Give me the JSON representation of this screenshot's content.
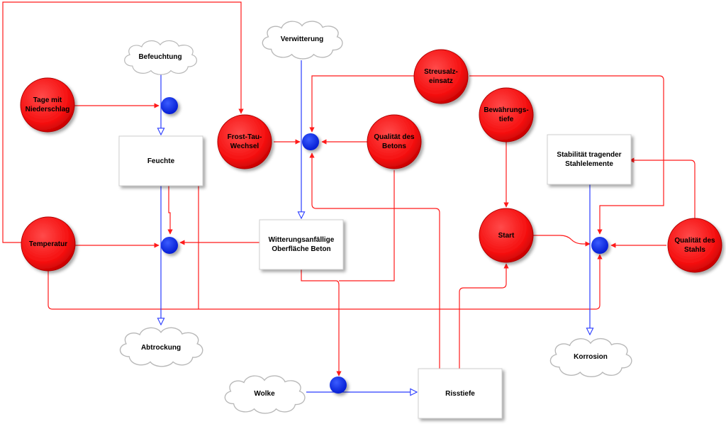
{
  "colors": {
    "aux": "#ff2a2a",
    "aux_dark": "#b30000",
    "valve": "#0a2fff",
    "flow": "#2a3cff",
    "info": "#ff1a1a",
    "box_stroke": "#cfcfcf"
  },
  "auxiliaries": [
    {
      "id": "tage",
      "label": "Tage mit\nNiederschlag"
    },
    {
      "id": "frost",
      "label": "Frost-Tau-\nWechsel"
    },
    {
      "id": "qbeton",
      "label": "Qualität des\nBetons"
    },
    {
      "id": "streusalz",
      "label": "Streusalz-\neinsatz"
    },
    {
      "id": "bewehrung",
      "label": "Bewährungs-\ntiefe"
    },
    {
      "id": "temperatur",
      "label": "Temperatur"
    },
    {
      "id": "start",
      "label": "Start"
    },
    {
      "id": "qstahl",
      "label": "Qualität des\nStahls"
    }
  ],
  "stocks": [
    {
      "id": "feuchte",
      "label": "Feuchte"
    },
    {
      "id": "witterung",
      "label": "Witterungsanfällige\nOberfläche Beton"
    },
    {
      "id": "stabil",
      "label": "Stabilität tragender\nStahlelemente"
    },
    {
      "id": "risstiefe",
      "label": "Risstiefe"
    }
  ],
  "clouds": [
    {
      "id": "befeuchtung",
      "label": "Befeuchtung"
    },
    {
      "id": "verwitterung",
      "label": "Verwitterung"
    },
    {
      "id": "abtrockung",
      "label": "Abtrockung"
    },
    {
      "id": "wolke",
      "label": "Wolke"
    },
    {
      "id": "korrosion",
      "label": "Korrosion"
    }
  ]
}
